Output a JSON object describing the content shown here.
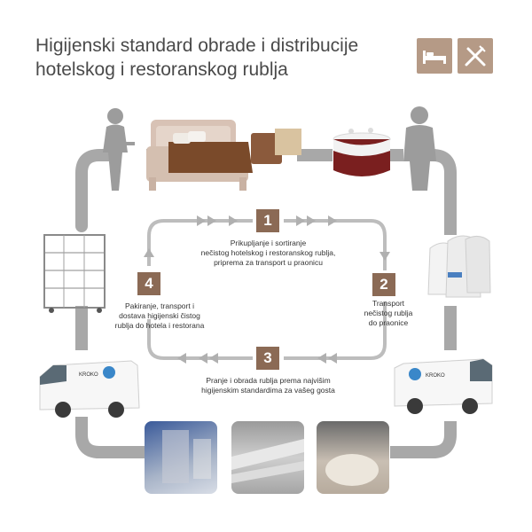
{
  "title": {
    "line1": "Higijenski standard obrade i distribucije",
    "line2": "hotelskog i restoranskog rublja"
  },
  "icons": {
    "hotel": "bed-icon",
    "restaurant": "fork-knife-icon"
  },
  "steps": [
    {
      "number": "1",
      "text": [
        "Prikupljanje i sortiranje",
        "nečistog hotelskog i restoranskog rublja,",
        "priprema za transport u praonicu"
      ]
    },
    {
      "number": "2",
      "text": [
        "Transport",
        "nečistog rublja",
        "do praonice"
      ]
    },
    {
      "number": "3",
      "text": [
        "Pranje i obrada rublja prema najvišim",
        "higijenskim standardima za vašeg gosta"
      ]
    },
    {
      "number": "4",
      "text": [
        "Pakiranje, transport i",
        "dostava higijenski čistog",
        "rublja do hotela i restorana"
      ]
    }
  ],
  "van_brand": "KROKO",
  "colors": {
    "accent": "#8b6a55",
    "icon_bg": "#b59a86",
    "loop": "#a8a8a8",
    "arrows": "#b0b0b0"
  }
}
